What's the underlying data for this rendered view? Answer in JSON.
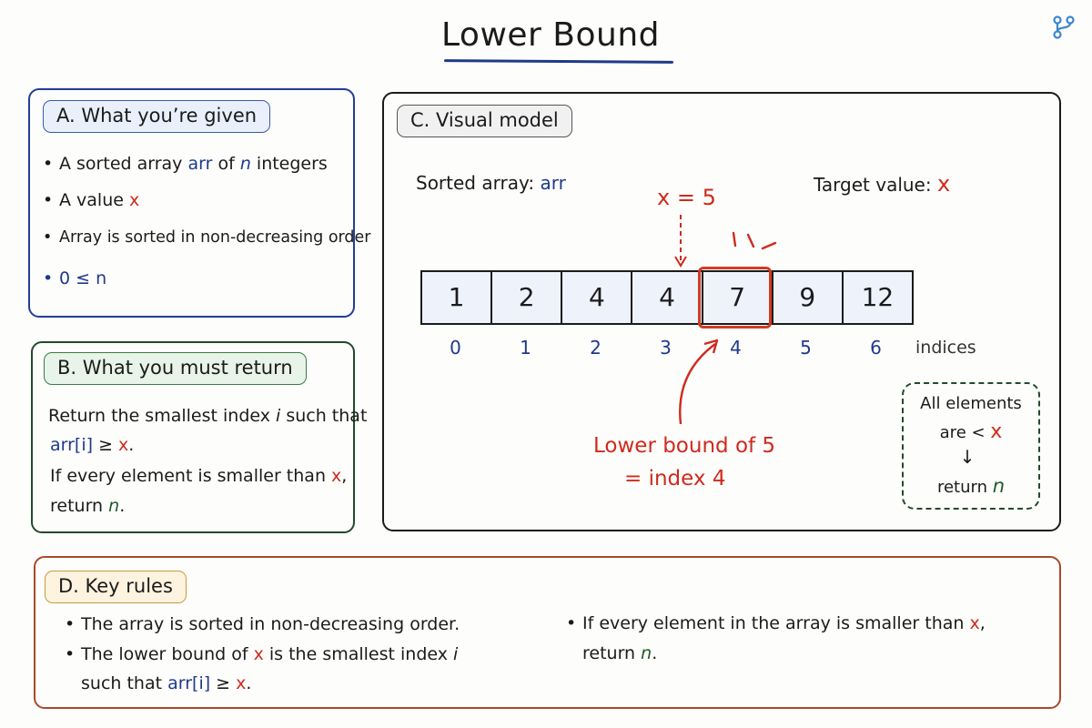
{
  "title": "Lower Bound",
  "section_a": {
    "heading": "A. What you’re given",
    "b1": {
      "pre": "A sorted array ",
      "arr": "arr",
      "mid": " of ",
      "n": "n",
      "post": " integers"
    },
    "b2": {
      "pre": "A value ",
      "x": "x"
    },
    "b3": "Array is sorted in non-decreasing order",
    "b4": "0 ≤ n"
  },
  "section_b": {
    "heading": "B. What you must return",
    "l1_pre": "Return the smallest index ",
    "l1_i": "i",
    "l1_post": " such that",
    "l2_arr": "arr[i]",
    "l2_op": " ≥ ",
    "l2_x": "x",
    "l2_dot": ".",
    "l3_pre": "If every element is smaller than ",
    "l3_x": "x",
    "l3_comma": ",",
    "l4_pre": "return ",
    "l4_n": "n",
    "l4_dot": "."
  },
  "section_c": {
    "heading": "C. Visual model",
    "sorted_label": "Sorted array: ",
    "sorted_arr": "arr",
    "target_label": "Target value: ",
    "target_x": "x",
    "x_eq": "x = 5",
    "cells": [
      "1",
      "2",
      "4",
      "4",
      "7",
      "9",
      "12"
    ],
    "indices": [
      "0",
      "1",
      "2",
      "3",
      "4",
      "5",
      "6"
    ],
    "indices_label": "indices",
    "lb_line1": "Lower bound of 5",
    "lb_line2": "= index 4",
    "dashed_line1": "All elements",
    "dashed_line2_pre": "are < ",
    "dashed_line2_x": "x",
    "dashed_arrow": "↓",
    "dashed_line3_pre": "return ",
    "dashed_line3_n": "n"
  },
  "section_d": {
    "heading": "D. Key rules",
    "r1": "The array is sorted in non-decreasing order.",
    "r2_pre": "The lower bound of ",
    "r2_x": "x",
    "r2_post": " is the smallest index ",
    "r2_i": "i",
    "r2b_pre": "such that ",
    "r2b_arr": "arr[i]",
    "r2b_op": " ≥ ",
    "r2b_x": "x",
    "r2b_dot": ".",
    "r3_pre": "If every element in the array is smaller than ",
    "r3_x": "x",
    "r3_comma": ",",
    "r4_pre": "return ",
    "r4_n": "n",
    "r4_dot": "."
  },
  "colors": {
    "blue": "#1f3a8a",
    "red": "#cf2a1c",
    "green": "#1e5a2a",
    "highlight": "#d23b22"
  },
  "icons": {
    "top_right": "git-branch-icon"
  }
}
